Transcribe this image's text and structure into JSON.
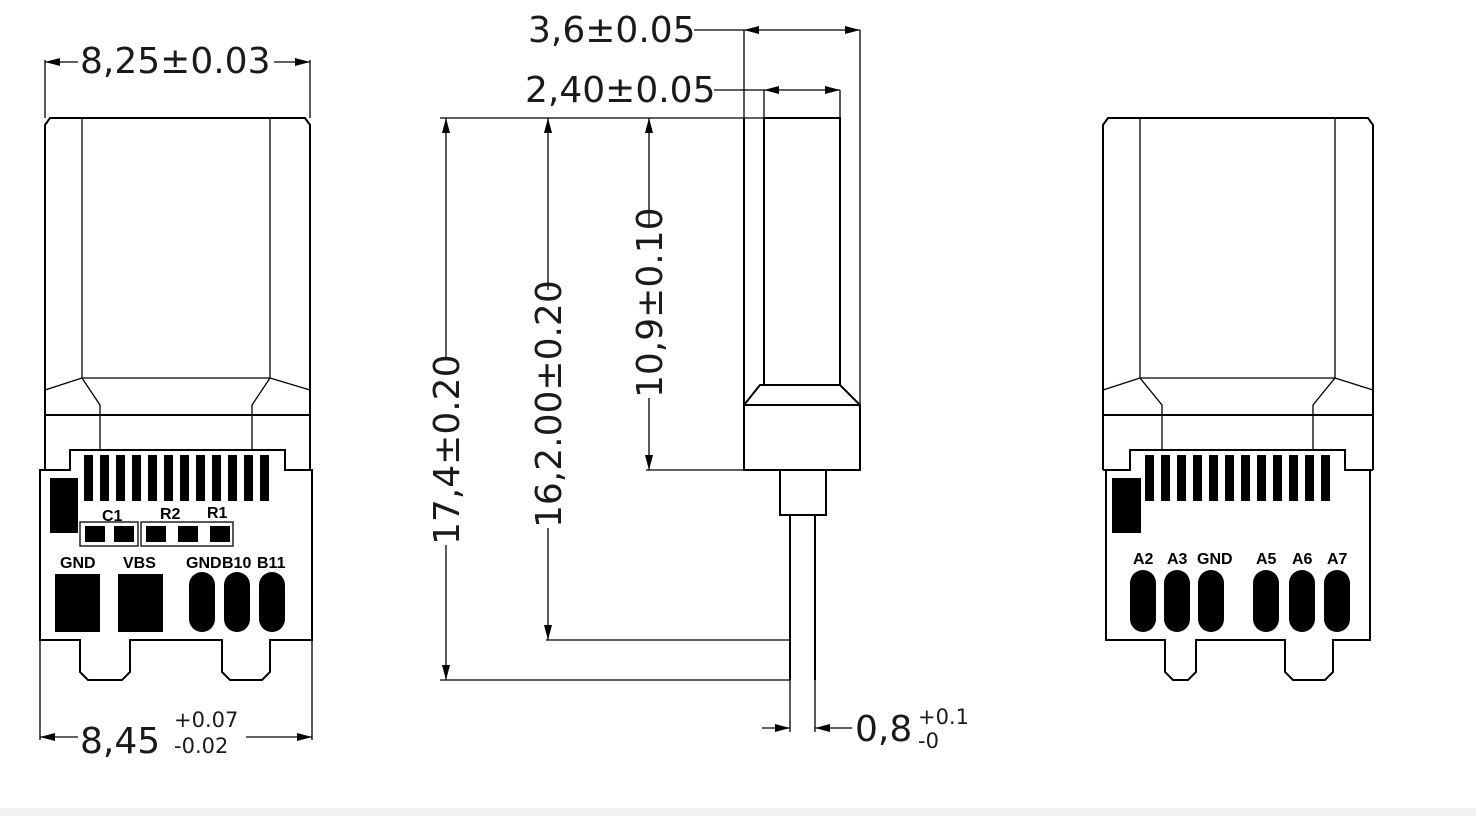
{
  "dimensions": {
    "front_top_width": "8,25±0.03",
    "front_bottom_width_nominal": "8,45",
    "front_bottom_width_tol_plus": "+0.07",
    "front_bottom_width_tol_minus": "-0.02",
    "side_total_thickness": "3,6±0.05",
    "side_shell_thickness": "2,40±0.05",
    "height_total": "17,4±0.20",
    "height_to_pcb": "16,2.00±0.20",
    "height_shell": "10,9±0.10",
    "pcb_thickness_nominal": "0,8",
    "pcb_thickness_tol_plus": "+0.1",
    "pcb_thickness_tol_minus": "-0"
  },
  "front_view": {
    "component_labels": [
      "C1",
      "R2",
      "R1"
    ],
    "pad_labels": [
      "GND",
      "VBS",
      "GND",
      "B10",
      "B11"
    ]
  },
  "back_view": {
    "pad_labels": [
      "A2",
      "A3",
      "GND",
      "A5",
      "A6",
      "A7"
    ]
  }
}
